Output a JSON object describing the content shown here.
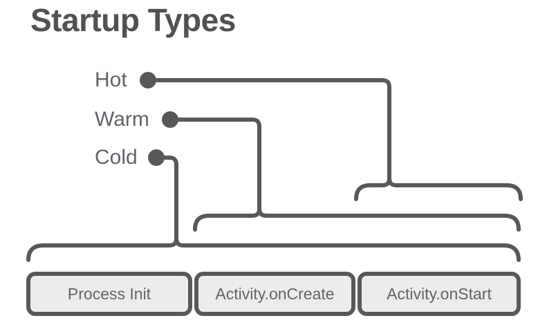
{
  "title": "Startup Types",
  "colors": {
    "background": "#ffffff",
    "title": "#515154",
    "label": "#5f6368",
    "line": "#58585a",
    "box_fill": "#ececec",
    "box_border": "#58585a",
    "box_text": "#5f6368"
  },
  "diagram": {
    "types": [
      {
        "label": "Hot",
        "spans": [
          "Activity.onStart"
        ]
      },
      {
        "label": "Warm",
        "spans": [
          "Activity.onCreate",
          "Activity.onStart"
        ]
      },
      {
        "label": "Cold",
        "spans": [
          "Process Init",
          "Activity.onCreate",
          "Activity.onStart"
        ]
      }
    ],
    "phases": [
      {
        "label": "Process Init"
      },
      {
        "label": "Activity.onCreate"
      },
      {
        "label": "Activity.onStart"
      }
    ]
  }
}
